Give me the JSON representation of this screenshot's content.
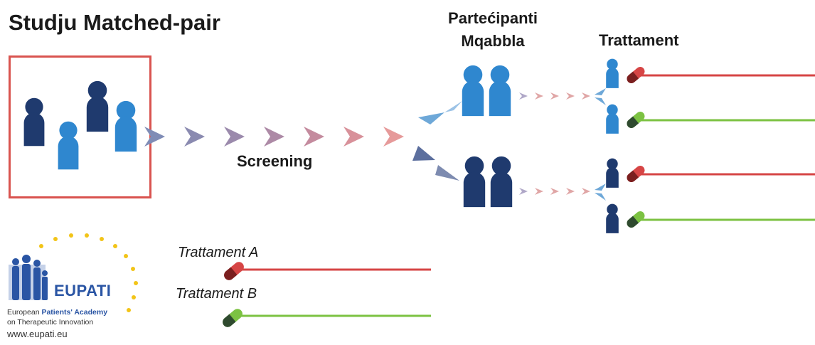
{
  "title": "Studju Matched-pair",
  "labels": {
    "matched_participants_line1": "Partećipanti",
    "matched_participants_line2": "Mqabbla",
    "treatment_header": "Trattament",
    "screening": "Screening"
  },
  "legend": {
    "treatment_a": "Trattament A",
    "treatment_b": "Trattament B"
  },
  "logo": {
    "name": "EUPATI",
    "tagline_part1": "European ",
    "tagline_highlight": "Patients' Academy",
    "tagline_line2": "on Therapeutic Innovation",
    "url": "www.eupati.eu"
  },
  "colors": {
    "dark_person": "#1f3a6e",
    "light_person": "#2f87cf",
    "treatment_a": "#d64545",
    "treatment_b": "#7cc242",
    "box_border": "#d9534f",
    "logo_blue": "#2a55a4",
    "logo_star": "#f2c418"
  },
  "icons": [
    "person-icon",
    "pill-icon",
    "arrow-chevron-icon",
    "star-icon"
  ]
}
